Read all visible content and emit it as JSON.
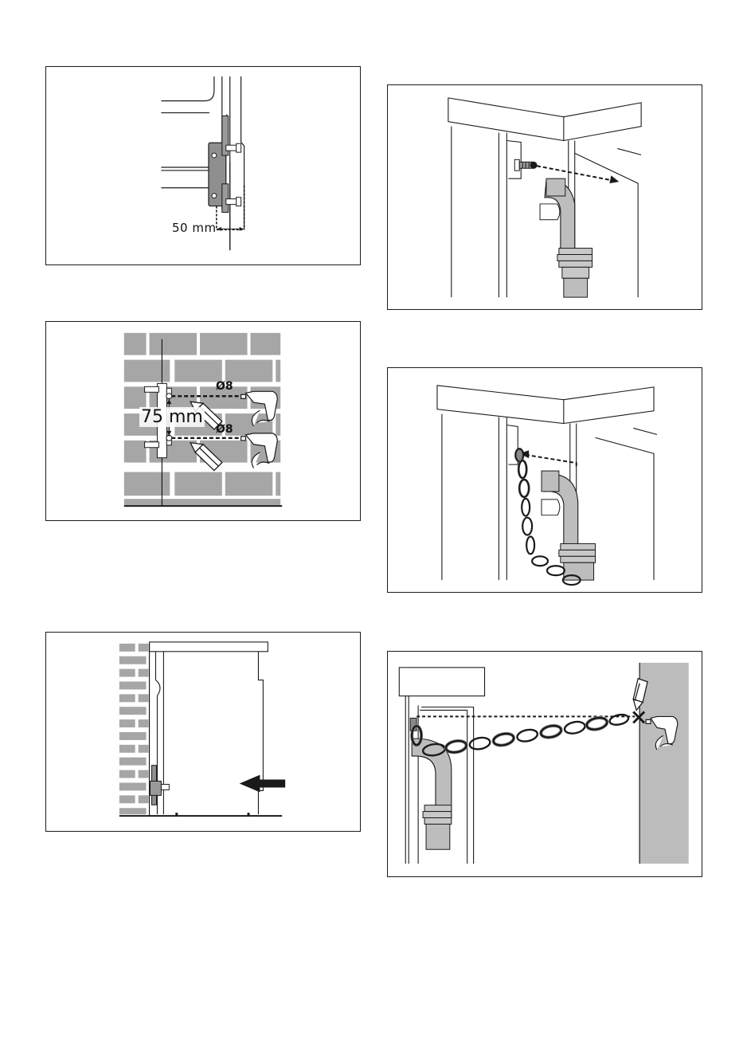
{
  "figures": [
    {
      "id": "bracket-spacing",
      "labels": [
        "50 mm"
      ]
    },
    {
      "id": "wall-drilling",
      "labels": [
        "Ø8",
        "Ø8",
        "75 mm"
      ]
    },
    {
      "id": "push-to-wall",
      "labels": []
    },
    {
      "id": "screw-removal",
      "labels": []
    },
    {
      "id": "chain-attach",
      "labels": []
    },
    {
      "id": "chain-to-wall",
      "labels": []
    }
  ],
  "colors": {
    "line": "#1a1a1a",
    "brick": "#a6a6a6",
    "pipe": "#bdbdbd",
    "wall": "#bcbcbc"
  }
}
